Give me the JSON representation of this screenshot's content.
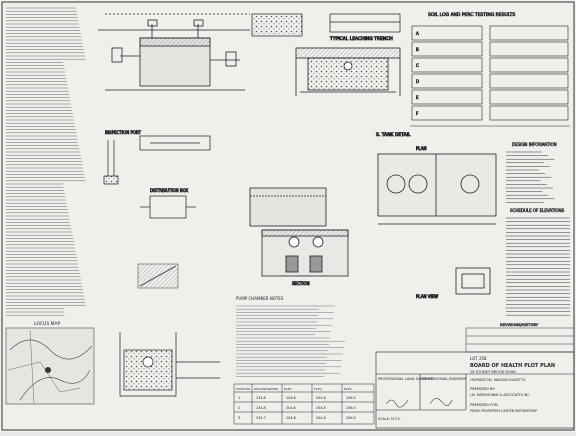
{
  "views": {
    "leaching_trench": "TYPICAL LEACHING TRENCH",
    "tank_detail": "S. TANK DETAIL",
    "plan": "PLAN",
    "plan_view": "PLAN VIEW",
    "section": "SECTION",
    "pump_chamber_notes": "PUMP CHAMBER NOTES",
    "locus_map": "LOCUS MAP",
    "inspection_port": "INSPECTION PORT",
    "distribution_box": "DISTRIBUTION BOX"
  },
  "soil_table": {
    "title": "SOIL LOG AND PERC TESTING RESULTS",
    "rows": [
      "A",
      "B",
      "C",
      "D",
      "E",
      "F"
    ]
  },
  "schedule": {
    "design_title": "DESIGN INFORMATION",
    "elevations_title": "SCHEDULE OF ELEVATIONS",
    "revisions_title": "REVISIONS/HISTORY"
  },
  "pump_table": {
    "headers": [
      "PUMP NO.",
      "GROUNDWATER",
      "ELEV.",
      "ELEV.",
      "ELEV."
    ],
    "rows": [
      [
        "1",
        "234.8",
        "204.8",
        "204.8",
        "206.5"
      ],
      [
        "2",
        "234.8",
        "204.8",
        "204.8",
        "206.5"
      ],
      [
        "3",
        "234.7",
        "204.8",
        "204.8",
        "206.5"
      ]
    ]
  },
  "title_block": {
    "lot": "LOT 258",
    "plan_title": "BOARD OF HEALTH PLOT PLAN",
    "address": "28 STONEY BROOK ROAD",
    "town": "HOPKINTON, MASSACHUSETTS",
    "prepared_for_label": "PREPARED FOR:",
    "prepared_for": "PRIME PROPERTIES LIMITED PARTNERSHIP",
    "prepared_by_label": "PREPARED BY:",
    "prepared_by": "J.M. MARCHIONNE & ASSOCIATES INC.",
    "prof_surveyor": "PROFESSIONAL LAND SURVEYOR",
    "prof_engineer": "PROFESSIONAL ENGINEER",
    "scale_label": "SCALE: N.T.S."
  },
  "colors": {
    "ink": "#222222",
    "paper": "#efefec",
    "fill": "#bdbdb8"
  }
}
